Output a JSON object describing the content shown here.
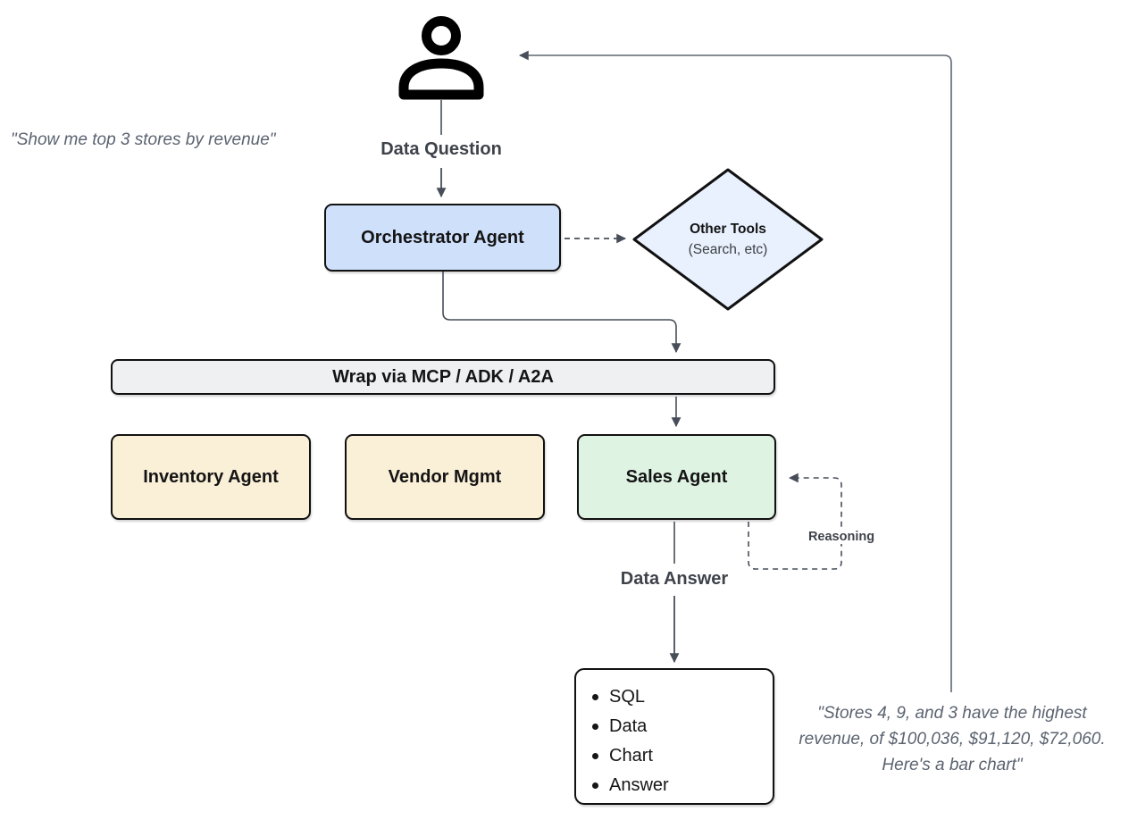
{
  "diagram": {
    "user": {
      "icon": "person-icon",
      "request_quote": "\"Show me top 3 stores by revenue\"",
      "answer_quote_lines": [
        "\"Stores 4, 9, and 3 have the highest",
        "revenue, of $100,036, $91,120, $72,060.",
        "Here's a bar chart\""
      ]
    },
    "labels": {
      "data_question": "Data Question",
      "data_answer": "Data Answer",
      "reasoning": "Reasoning"
    },
    "nodes": {
      "orchestrator": {
        "label": "Orchestrator Agent"
      },
      "other_tools": {
        "title": "Other Tools",
        "subtitle": "(Search, etc)"
      },
      "wrap_bar": {
        "label": "Wrap via MCP / ADK / A2A"
      },
      "inventory": {
        "label": "Inventory Agent"
      },
      "vendor": {
        "label": "Vendor Mgmt"
      },
      "sales": {
        "label": "Sales Agent"
      },
      "output": {
        "items": [
          "SQL",
          "Data",
          "Chart",
          "Answer"
        ]
      }
    },
    "colors": {
      "orchestrator_fill": "#cfe0fb",
      "tools_fill": "#e9f1fe",
      "bar_fill": "#eef0f2",
      "warm_fill": "#faf0d8",
      "sales_fill": "#dff3e3",
      "output_fill": "#ffffff",
      "border": "#111111",
      "arrow": "#474e59",
      "return_line": "#5f6672",
      "quote_text": "#5b6370",
      "label_text": "#3e434a"
    }
  }
}
